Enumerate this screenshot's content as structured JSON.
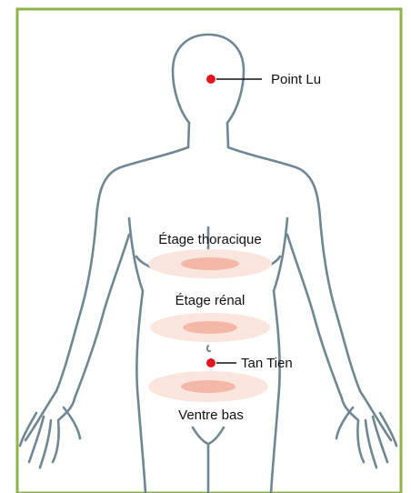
{
  "colors": {
    "frame_border": "#8db34a",
    "body_outline": "#6f8793",
    "point": "#e0151f",
    "zone_outer": "#fbe6df",
    "zone_inner": "#f4b8a7"
  },
  "labels": {
    "point_lu": "Point Lu",
    "etage_thoracique": "Étage thoracique",
    "etage_renal": "Étage rénal",
    "tan_tien": "Tan Tien",
    "ventre_bas": "Ventre bas"
  }
}
